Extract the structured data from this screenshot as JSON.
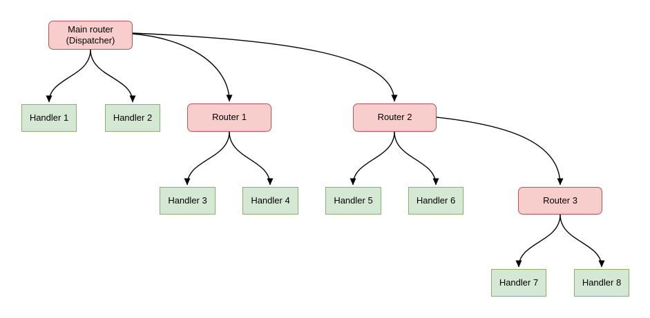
{
  "diagram": {
    "type": "flow-tree",
    "colors": {
      "background": "#ffffff",
      "router_fill": "#f8cecc",
      "router_border": "#b85450",
      "handler_fill": "#d5e8d4",
      "handler_border": "#82b366",
      "edge": "#000000",
      "text": "#000000"
    },
    "nodes": {
      "main": {
        "label": "Main router\n(Dispatcher)",
        "type": "router"
      },
      "handler1": {
        "label": "Handler 1",
        "type": "handler"
      },
      "handler2": {
        "label": "Handler 2",
        "type": "handler"
      },
      "router1": {
        "label": "Router 1",
        "type": "router"
      },
      "router2": {
        "label": "Router 2",
        "type": "router"
      },
      "handler3": {
        "label": "Handler 3",
        "type": "handler"
      },
      "handler4": {
        "label": "Handler 4",
        "type": "handler"
      },
      "handler5": {
        "label": "Handler 5",
        "type": "handler"
      },
      "handler6": {
        "label": "Handler 6",
        "type": "handler"
      },
      "router3": {
        "label": "Router 3",
        "type": "router"
      },
      "handler7": {
        "label": "Handler 7",
        "type": "handler"
      },
      "handler8": {
        "label": "Handler 8",
        "type": "handler"
      }
    },
    "edges": [
      {
        "from": "main",
        "to": "handler1"
      },
      {
        "from": "main",
        "to": "handler2"
      },
      {
        "from": "main",
        "to": "router1"
      },
      {
        "from": "main",
        "to": "router2"
      },
      {
        "from": "router1",
        "to": "handler3"
      },
      {
        "from": "router1",
        "to": "handler4"
      },
      {
        "from": "router2",
        "to": "handler5"
      },
      {
        "from": "router2",
        "to": "handler6"
      },
      {
        "from": "router2",
        "to": "router3"
      },
      {
        "from": "router3",
        "to": "handler7"
      },
      {
        "from": "router3",
        "to": "handler8"
      }
    ]
  }
}
